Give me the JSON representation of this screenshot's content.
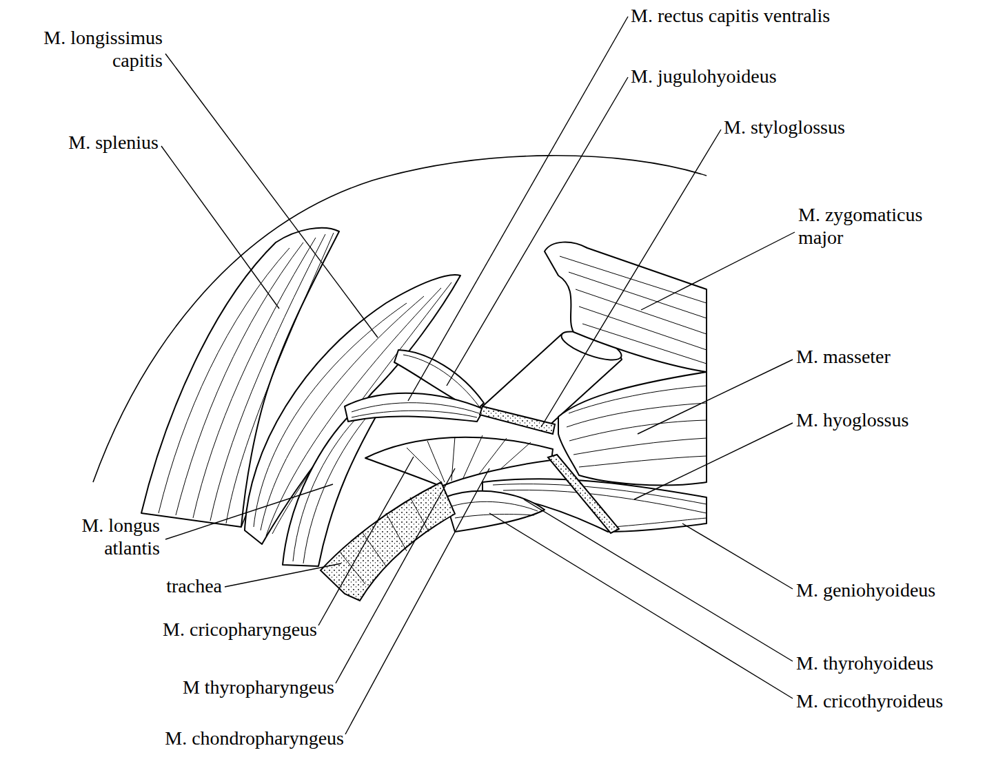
{
  "diagram": {
    "labels": [
      "M. rectus capitis ventralis",
      "M. longissimus capitis",
      "M. jugulohyoideus",
      "M. splenius",
      "M. styloglossus",
      "M. zygomaticus major",
      "M. masseter",
      "M. hyoglossus",
      "M. longus atlantis",
      "M. geniohyoideus",
      "trachea",
      "M. cricopharyngeus",
      "M thyropharyngeus",
      "M. thyrohyoideus",
      "M. cricothyroideus",
      "M. chondropharyngeus"
    ]
  }
}
